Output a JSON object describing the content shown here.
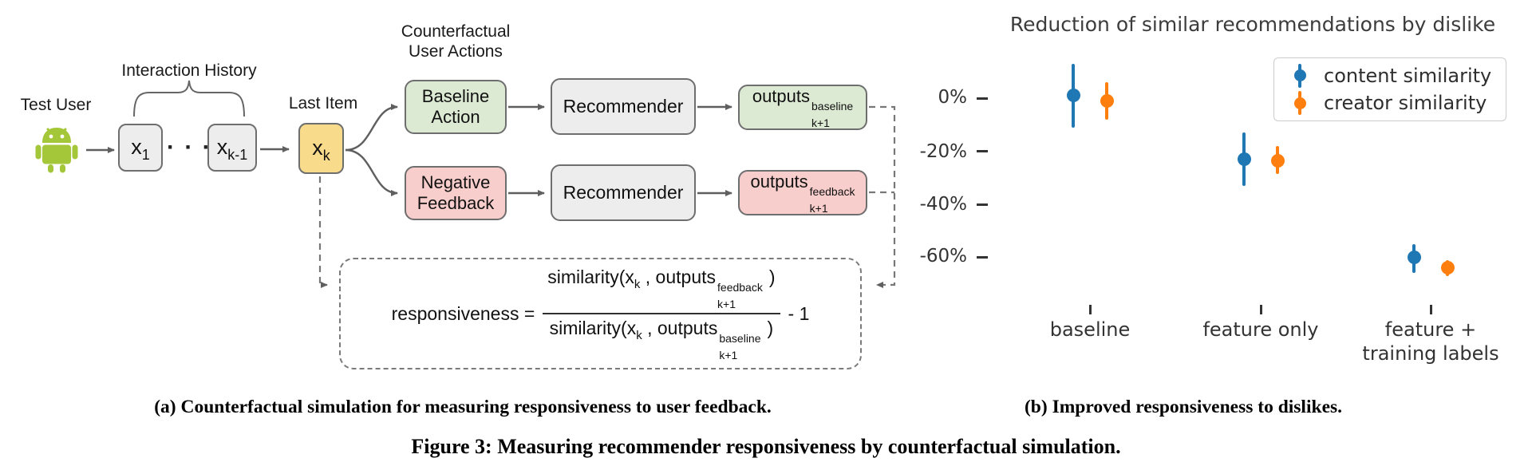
{
  "figure": {
    "caption_a": "(a) Counterfactual simulation for measuring responsiveness to user feedback.",
    "caption_b": "(b) Improved responsiveness to dislikes.",
    "caption_main": "Figure 3: Measuring recommender responsiveness by counterfactual simulation."
  },
  "diagram": {
    "test_user_label": "Test User",
    "test_user_icon": "android-robot",
    "interaction_history_label": "Interaction History",
    "last_item_label": "Last Item",
    "counterfactual_label_line1": "Counterfactual",
    "counterfactual_label_line2": "User Actions",
    "dots": "· · ·",
    "x1": {
      "main": "x",
      "sub": "1"
    },
    "xk1": {
      "main": "x",
      "sub": "k-1"
    },
    "xk": {
      "main": "x",
      "sub": "k"
    },
    "baseline_action": {
      "line1": "Baseline",
      "line2": "Action"
    },
    "negative_feedback": {
      "line1": "Negative",
      "line2": "Feedback"
    },
    "recommender_top": "Recommender",
    "recommender_bottom": "Recommender",
    "outputs_baseline": {
      "main": "outputs",
      "sup": "baseline",
      "sub": "k+1"
    },
    "outputs_feedback": {
      "main": "outputs",
      "sup": "feedback",
      "sub": "k+1"
    },
    "formula": {
      "lhs": "responsiveness =",
      "num_prefix": "similarity(x",
      "num_sub_k": "k",
      "num_mid": " , outputs",
      "num_sup": "feedback",
      "num_sub": "k+1",
      "num_close": ")",
      "den_prefix": "similarity(x",
      "den_sub_k": "k",
      "den_mid": " , outputs",
      "den_sup": "baseline",
      "den_sub": "k+1",
      "den_close": ")",
      "rhs": "- 1"
    },
    "colors": {
      "android_green": "#A4C639",
      "box_gray": "#ededed",
      "box_green": "#dcead4",
      "box_pink": "#f8cecc",
      "box_yellow": "#f9dc8b",
      "line_gray": "#5f5f5f"
    }
  },
  "chart_data": {
    "type": "scatter",
    "title": "Reduction of similar recommendations by dislike",
    "categories": [
      "baseline",
      "feature only",
      "feature +\ntraining labels"
    ],
    "ytick_labels": [
      "0%",
      "-20%",
      "-40%",
      "-60%"
    ],
    "ytick_values": [
      0,
      -20,
      -40,
      -60
    ],
    "ylim": [
      -75,
      15
    ],
    "xlabel": "",
    "ylabel": "",
    "grid": false,
    "legend_position": "upper right",
    "series": [
      {
        "name": "content similarity",
        "color": "#1f77b4",
        "values": [
          1,
          -23,
          -60
        ],
        "err_high": [
          13,
          -13,
          -55
        ],
        "err_low": [
          -11,
          -33,
          -66
        ]
      },
      {
        "name": "creator similarity",
        "color": "#ff7f0e",
        "values": [
          -1,
          -23.5,
          -64
        ],
        "err_high": [
          6,
          -18,
          -61
        ],
        "err_low": [
          -8,
          -28.5,
          -67
        ]
      }
    ]
  }
}
